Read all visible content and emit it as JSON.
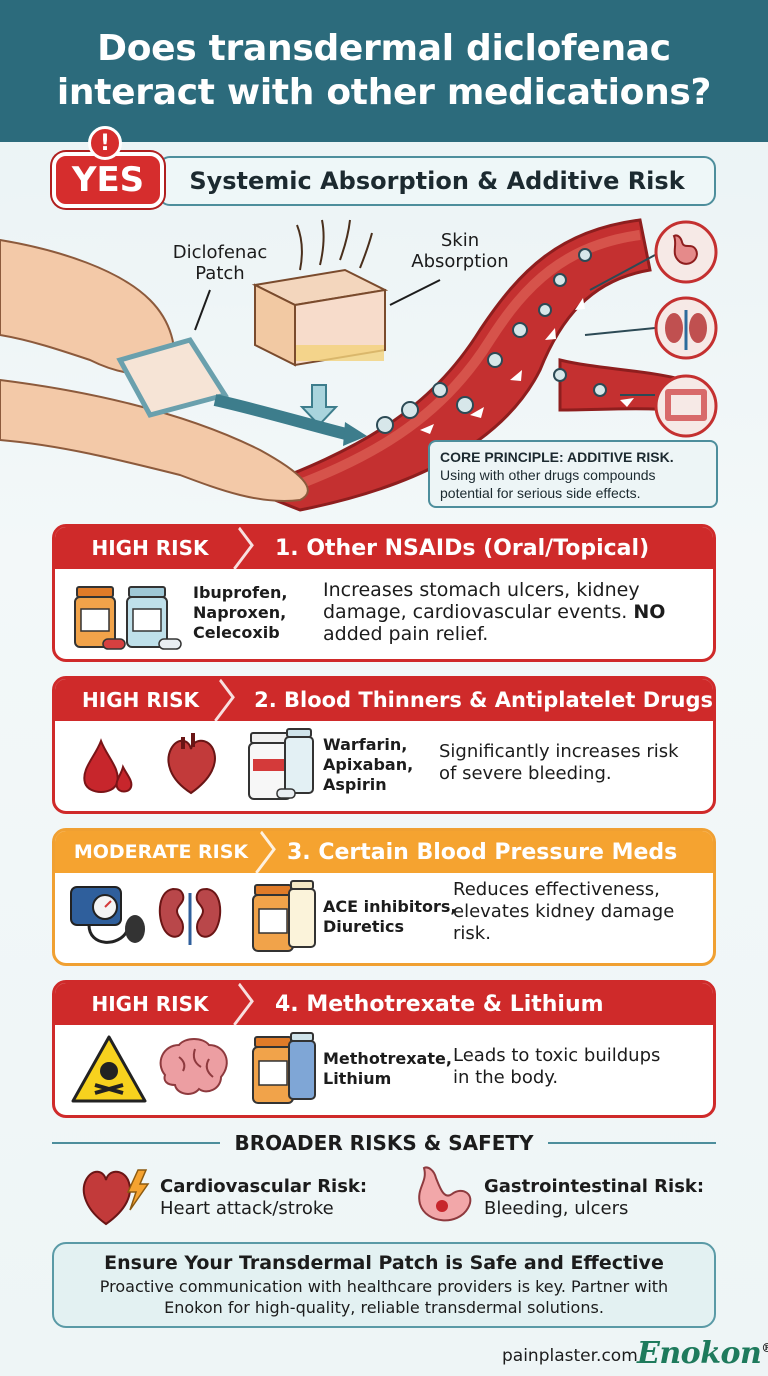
{
  "header": {
    "title": "Does transdermal diclofenac interact with other medications?"
  },
  "intro": {
    "badge": "YES",
    "badge_icon": "!",
    "title": "Systemic Absorption & Additive Risk"
  },
  "illustration": {
    "patch_label_line1": "Diclofenac",
    "patch_label_line2": "Patch",
    "skin_label_line1": "Skin",
    "skin_label_line2": "Absorption",
    "principle_title": "CORE PRINCIPLE: ADDITIVE RISK.",
    "principle_text": "Using with other drugs compounds potential for serious side effects.",
    "organ_icons": [
      "stomach-icon",
      "kidney-icon",
      "intestine-icon"
    ]
  },
  "risks": [
    {
      "level": "HIGH RISK",
      "title": "1. Other NSAIDs (Oral/Topical)",
      "drugs": [
        "Ibuprofen,",
        "Naproxen,",
        "Celecoxib"
      ],
      "effect_lines": [
        "Increases stomach ulcers, kidney",
        "damage, cardiovascular events."
      ],
      "effect_strong": "NO",
      "effect_tail": "added pain relief.",
      "color": "#cf2a2a"
    },
    {
      "level": "HIGH RISK",
      "title": "2. Blood Thinners & Antiplatelet Drugs",
      "drugs": [
        "Warfarin,",
        "Apixaban,",
        "Aspirin"
      ],
      "effect_lines": [
        "Significantly increases risk",
        "of severe bleeding."
      ],
      "color": "#cf2a2a"
    },
    {
      "level": "MODERATE RISK",
      "title": "3. Certain Blood Pressure Meds",
      "drugs": [
        "ACE inhibitors,",
        "Diuretics"
      ],
      "effect_lines": [
        "Reduces effectiveness,",
        "elevates kidney damage",
        "risk."
      ],
      "color": "#f5a330"
    },
    {
      "level": "HIGH RISK",
      "title": "4. Methotrexate & Lithium",
      "drugs": [
        "Methotrexate,",
        "Lithium"
      ],
      "effect_lines": [
        "Leads to toxic buildups",
        "in the body."
      ],
      "color": "#cf2a2a"
    }
  ],
  "broader": {
    "heading": "BROADER RISKS & SAFETY",
    "cardio_title": "Cardiovascular Risk:",
    "cardio_text": "Heart attack/stroke",
    "gi_title": "Gastrointestinal Risk:",
    "gi_text": "Bleeding, ulcers"
  },
  "safety": {
    "title": "Ensure Your Transdermal Patch is Safe and Effective",
    "text_line1": "Proactive communication with healthcare providers is key. Partner with",
    "text_line2": "Enokon for high-quality, reliable transdermal solutions."
  },
  "footer": {
    "url": "painplaster.com",
    "brand": "Enokon",
    "brand_mark": "®"
  }
}
